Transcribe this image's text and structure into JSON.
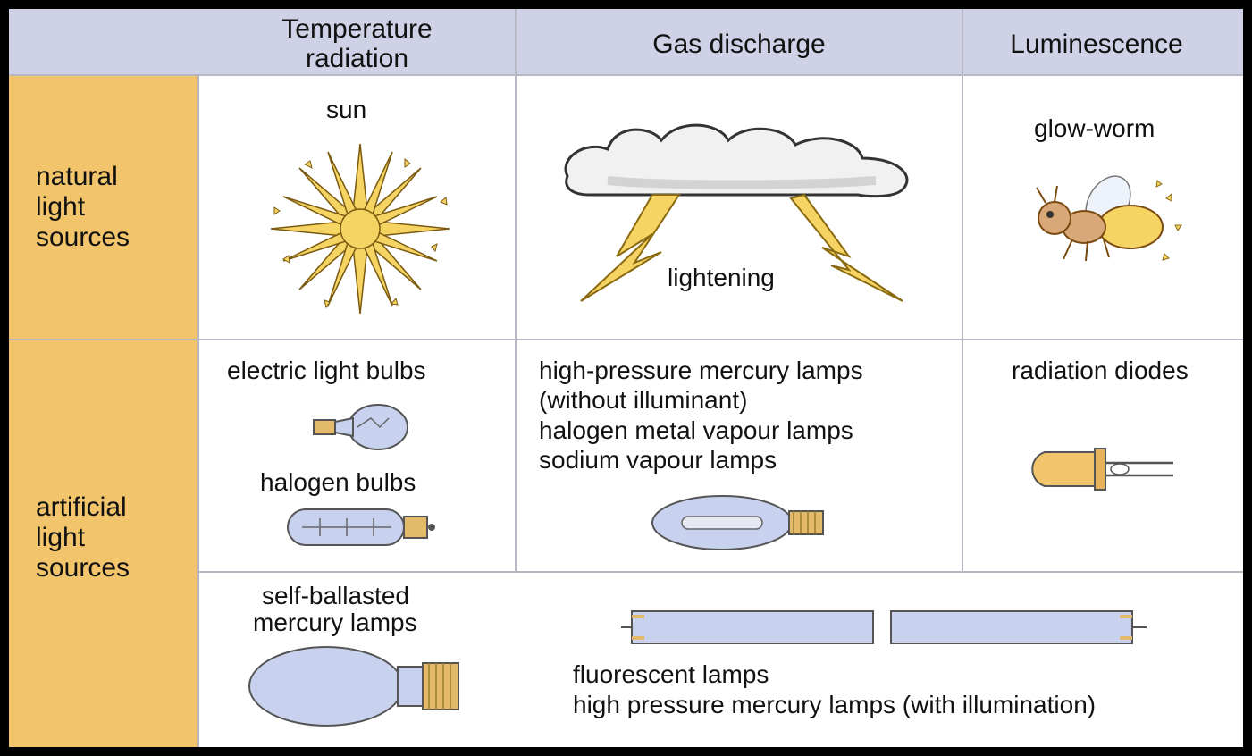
{
  "header": {
    "col1": [
      "Temperature",
      "radiation"
    ],
    "col2": "Gas discharge",
    "col3": "Luminescence"
  },
  "rows": {
    "natural": [
      "natural",
      "light",
      "sources"
    ],
    "artificial": [
      "artificial",
      "light",
      "sources"
    ]
  },
  "cells": {
    "sun": "sun",
    "lightening": "lightening",
    "glow_worm": "glow-worm",
    "electric_bulbs": "electric light bulbs",
    "halogen_bulbs": "halogen bulbs",
    "gas_lamps": [
      "high-pressure mercury lamps",
      "(without illuminant)",
      "halogen metal vapour lamps",
      "sodium vapour lamps"
    ],
    "radiation_diodes": "radiation diodes",
    "self_ballasted": [
      "self-ballasted",
      "mercury lamps"
    ],
    "fluorescent": [
      "fluorescent lamps",
      "high pressure mercury lamps (with illumination)"
    ]
  },
  "colors": {
    "header_bg": "#cfd2e6",
    "side_bg": "#f2c46b",
    "accent_yellow": "#f6d463",
    "glass_blue": "#c8d2ee"
  },
  "icons": [
    "sun-icon",
    "cloud-lightning-icon",
    "glow-worm-icon",
    "light-bulb-icon",
    "halogen-bulb-icon",
    "metal-vapour-lamp-icon",
    "led-diode-icon",
    "mercury-lamp-icon",
    "fluorescent-tube-icon"
  ]
}
